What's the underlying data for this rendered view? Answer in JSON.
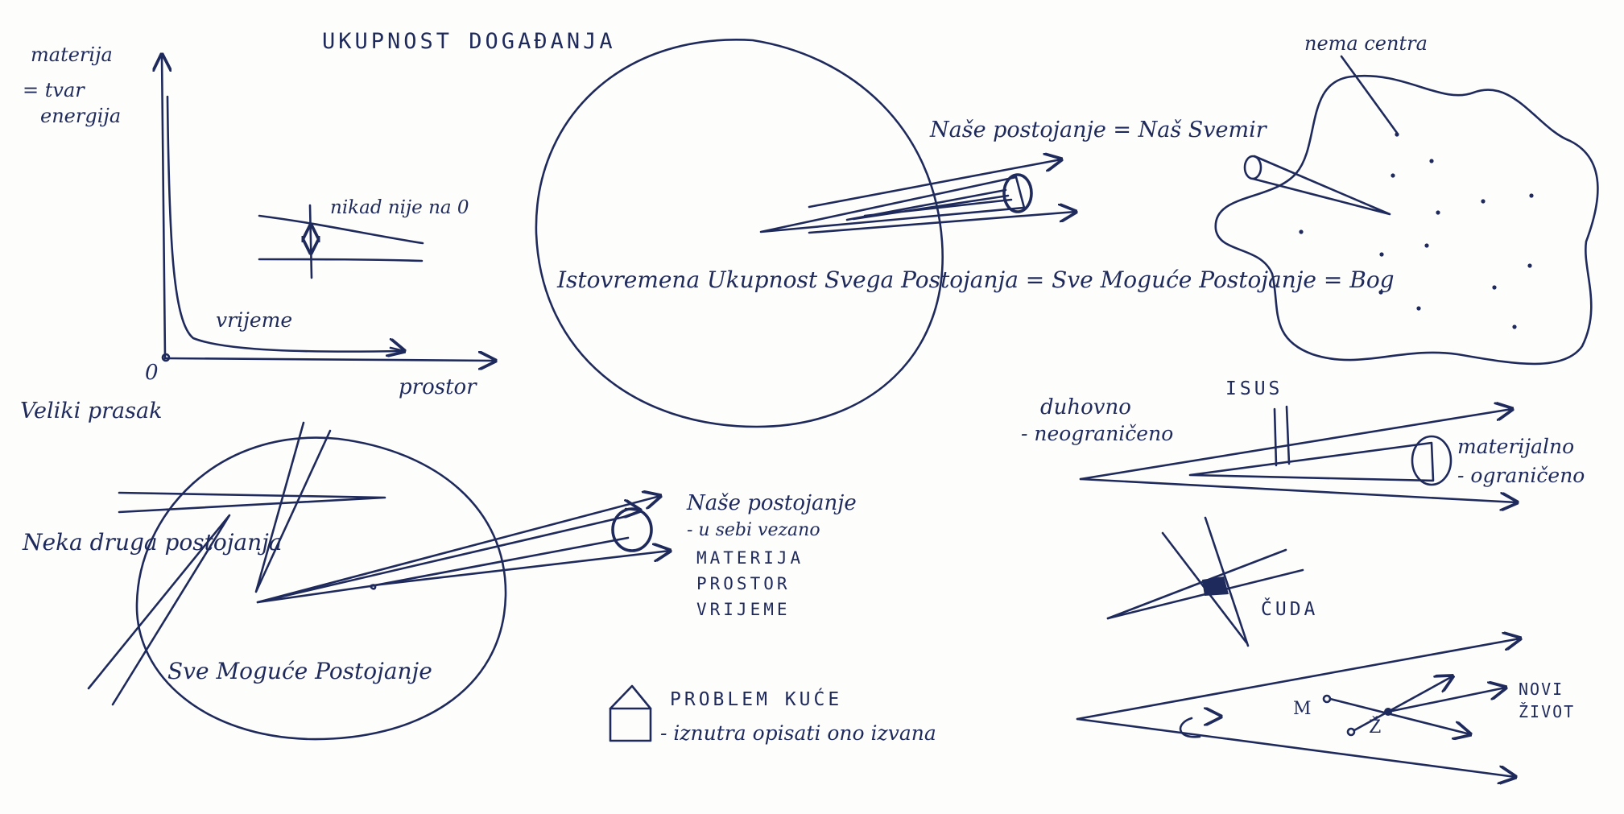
{
  "title": "UKUPNOST DOGAĐANJA",
  "graph": {
    "y_label_1": "materija",
    "y_label_2": "= tvar",
    "y_label_3": "energija",
    "curve_label": "vrijeme",
    "x_label": "prostor",
    "origin_label": "0",
    "never_zero": "nikad nije na 0",
    "big_bang": "Veliki prasak"
  },
  "big_circle": {
    "our_existence": "Naše postojanje = Naš Svemir",
    "totality": "Istovremena Ukupnost Svega Postojanja = Sve Moguće Postojanje = Bog"
  },
  "blob": {
    "no_center": "nema centra"
  },
  "lower_circle": {
    "other_existences": "Neka druga postojanja",
    "all_possible": "Sve Moguće Postojanje"
  },
  "bound": {
    "title": "Naše postojanje",
    "subtitle": "- u sebi vezano",
    "item1": "MATERIJA",
    "item2": "PROSTOR",
    "item3": "VRIJEME"
  },
  "house": {
    "title": "PROBLEM KUĆE",
    "subtitle": "- iznutra opisati ono izvana"
  },
  "jesus": {
    "spiritual_1": "duhovno",
    "spiritual_2": "- neograničeno",
    "name": "ISUS",
    "material_1": "materijalno",
    "material_2": "- ograničeno"
  },
  "miracles": {
    "label": "ČUDA"
  },
  "new_life": {
    "m": "M",
    "z": "Ž",
    "label_1": "NOVI",
    "label_2": "ŽIVOT"
  },
  "colors": {
    "ink": "#1f2a5c",
    "paper": "#fdfdfb"
  }
}
